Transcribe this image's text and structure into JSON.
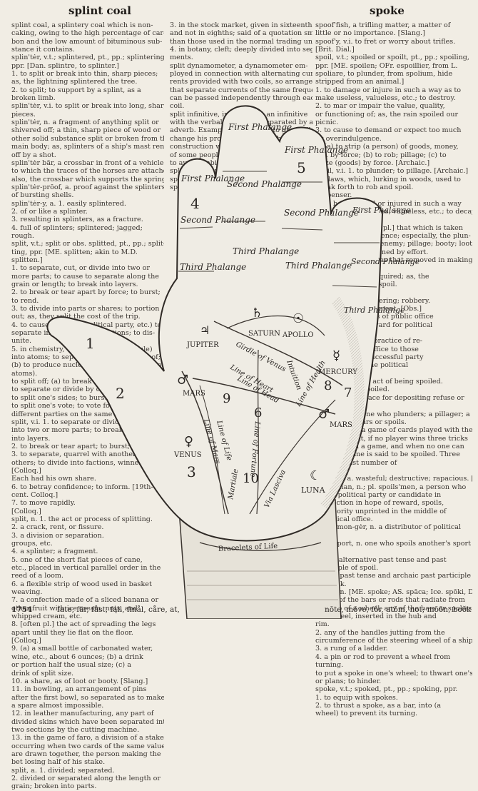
{
  "header": {
    "left_guide": "splint coal",
    "right_guide": "spoke"
  },
  "footer": {
    "page_number": "1754",
    "pron_key_left": "fate, fär, fåst, fąll, finål, cåre, at,",
    "pron_key_right": "nōte, mōve, fôr, atŏm, not; mōōn, boŏk"
  },
  "columns": {
    "left": [
      "splint coal, a splintery coal which is non-",
      "caking, owing to the high percentage of car-",
      "bon and the low amount of bituminous sub-",
      "stance it contains.",
      "splin'tėr, v.t.; splintered, pt., pp.; splintering,",
      "ppr. [Dan. splintre, to splinter.]",
      "1. to split or break into thin, sharp pieces;",
      "as, the lightning splintered the tree.",
      "2. to split; to support by a splint, as a",
      "broken limb.",
      "splin'tėr, v.i. to split or break into long, sharp",
      "pieces.",
      "splin'tėr, n. a fragment of anything split or",
      "shivered off; a thin, sharp piece of wood or",
      "other solid substance split or broken from the",
      "main body; as, splinters of a ship's mast rent",
      "off by a shot.",
      "splin'tėr bär, a crossbar in front of a vehicle",
      "to which the traces of the horses are attached;",
      "also, the crossbar which supports the springs.",
      "splin'tėr-prōof, a. proof against the splinters",
      "of bursting shells.",
      "splin'tėr-y, a. 1. easily splintered.",
      "2. of or like a splinter.",
      "3. resulting in splinters, as a fracture.",
      "4. full of splinters; splintered; jagged;",
      "rough.",
      "split, v.t.; split or obs. splitted, pt., pp.; split-",
      "ting, ppr. [ME. splitten; akin to M.D.",
      "splitten.]",
      "1. to separate, cut, or divide into two or",
      "more parts; to cause to separate along the",
      "grain or length; to break into layers.",
      "2. to break or tear apart by force; to burst;",
      "to rend.",
      "3. to divide into parts or shares; to portion",
      "out; as, they split the cost of the trip.",
      "4. to cause (a group, political party, etc.) to",
      "separate into divisions or factions; to dis-",
      "unite.",
      "5. in chemistry, (a) to break (a molecule)",
      "into atoms; to separate the components of;",
      "(b) to produce nuclear fission in (an atom or",
      "atoms).",
      "to split off; (a) to break off by splitting;",
      "to separate or divide by or as by splitting.",
      "to split one's sides; to burst with laughter.",
      "to split one's vote; to vote for candidates of",
      "different parties on the same ballot.",
      "split, v.i. 1. to separate or divide lengthwise",
      "into two or more parts; to break or separate",
      "into layers.",
      "2. to break or tear apart; to burst; to rend.",
      "3. to separate, quarrel with another or",
      "others; to divide into factions, winners split.",
      "[Colloq.]",
      "Each had his own share.",
      "6. to betray confidence; to inform. [19th-",
      "cent. Colloq.]",
      "7. to move rapidly.",
      "[Colloq.]",
      "split, n. 1. the act or process of splitting.",
      "2. a crack, rent, or fissure.",
      "3. a division or separation.",
      "groups, etc.",
      "4. a splinter; a fragment.",
      "5. one of the short flat pieces of cane,",
      "etc., placed in vertical parallel order in the",
      "reed of a loom.",
      "6. a flexible strip of wood used in basket",
      "weaving.",
      "7. a confection made of a sliced banana or",
      "other fruit with ice cream, nuts, and",
      "whipped cream, etc.",
      "8. [often pl.] the act of spreading the legs",
      "apart until they lie flat on the floor.",
      "[Colloq.]",
      "9. (a) a small bottle of carbonated water,",
      "wine, etc., about 6 ounces; (b) a drink",
      "or portion half the usual size; (c) a",
      "drink of split size.",
      "10. a share, as of loot or booty. [Slang.]",
      "11. in bowling, an arrangement of pins",
      "after the first bowl, so separated as to make",
      "a spare almost impossible.",
      "12. in leather manufacturing, any part of",
      "divided skins which have been separated into",
      "two sections by the cutting machine.",
      "13. in the game of faro, a division of a stake",
      "occurring when two cards of the same value",
      "are drawn together, the person making the",
      "bet losing half of his stake.",
      "split, a. 1. divided; separated.",
      "2. divided or separated along the length or",
      "grain; broken into parts."
    ],
    "middle": [
      "3. in the stock market, given in sixteenths,",
      "and not in eighths; said of a quotation smaller",
      "than those used in the normal trading unit.",
      "4. in botany, cleft; deeply divided into seg-",
      "ments.",
      "split dynamometer, a dynamometer em-",
      "ployed in connection with alternating cur-",
      "rents provided with two coils, so arranged",
      "that separate currents of the same frequency",
      "can be passed independently through each",
      "coil.",
      "split infinitive, in grammar, an infinitive",
      "with the verbal and the to separated by an",
      "adverb. Example: he decided to gradually",
      "change his procedure. Although the",
      "construction was condemned by some",
      "of some people it is sometimes needed",
      "to avoid ambiguity or awkwardness.",
      "split mast, a mast made of several pieces.",
      "split pea, a pea which has been dried and",
      "split, used for soup, pudding, etc."
    ],
    "right": [
      "spoof'fish, a trifling matter, a matter of",
      "little or no importance. [Slang.]",
      "spoof'y, v.i. to fret or worry about trifles.",
      "[Brit. Dial.]",
      "spoil, v.t.; spoiled or spoilt, pt., pp.; spoiling,",
      "ppr. [ME. spoilen; OFr. espoillier, from L.",
      "spoliare, to plunder, from spolium, hide",
      "stripped from an animal.]",
      "1. to damage or injure in such a way as to",
      "make useless, valueless, etc.; to destroy.",
      "2. to mar or impair the value, quality,",
      "or functioning of; as, the rain spoiled our",
      "picnic.",
      "3. to cause to demand or expect too much",
      "by overindulgence.",
      "4. (a) to strip (a person) of goods, money,",
      "etc. by force; (b) to rob; pillage; (c) to",
      "seize (goods) by force. [Archaic.]",
      "spoil, v.i. 1. to plunder; to pillage. [Archaic.]",
      "Outlaws, which, lurking in woods, used to",
      "break forth to rob and spoil.",
      "—Spenser.",
      "2. to be damaged or injured in such a way",
      "as to become useless, valueless, etc.; to decay,",
      "as fruit.",
      "spoil, n. 1. [usually pl.] that which is taken",
      "from others by violence; especially, the plun-",
      "der taken from an enemy; pillage; booty; loot.",
      "2. that which is gained by effort.",
      "3. waste material, as that removed in making",
      "excavations.",
      "4. that which is acquired; as, the",
      "spoil; arch art his spoil.",
      "—Bentley.",
      "5. the act of plundering; robbery.",
      "6. damage; impairment. [Obs.]",
      "7. the emoluments of public office",
      "regarded as a reward for political",
      "support.",
      "8. the system or practice of re-",
      "warding public office to those",
      "who support a successful party",
      "in an election; the political",
      "henchmen.",
      "spoil'age, n. the act of being spoiled.",
      "2. something spoiled.",
      "spoil bank, a place for depositing refuse or",
      "spoil.",
      "spoil'ėr, n. 1. one who plunders; a pillager; a robber.",
      "2. one who mars or spoils.",
      "spoil'-five, n. a game of cards played with the",
      "full pack; in it, if no player wins three tricks",
      "of the five in a game, and when no one can",
      "win, the game is said to be spoiled. Three",
      "are the least number of",
      "players.",
      "spoil'ful, a. wasteful; destructive; rapacious. [Obs.]",
      "spoils'man, n.; pl. spoils'men, a person who",
      "aids a political party or candidate in",
      "an election in hope of reward, spoils,",
      "in majority unprinted in the middle of",
      "a political office.",
      "spoils'mon-gėr, n. a distributor of political",
      "spoils.",
      "spoils'port, n. one who spoils another's sport",
      "or fun.",
      "spoilt, alternative past tense and past",
      "participle of spoil.",
      "spoke, past tense and archaic past participle",
      "of speak.",
      "spoke, n. [ME. spoke; AS. spāca; Ice. spōki, D. spaak.]",
      "1. one of the bars or rods that radiate from",
      "the hub of a wheel; any of the bars or spokes",
      "of a wheel, inserted in the hub and",
      "rim.",
      "2. any of the handles jutting from the",
      "circumference of the steering wheel of a ship.",
      "3. a rung of a ladder.",
      "4. a pin or rod to prevent a wheel from",
      "turning.",
      "to put a spoke in one's wheel; to thwart one's purpose",
      "or plans; to hinder.",
      "spoke, v.t.; spoked, pt., pp.; spoking, ppr.",
      "1. to equip with spokes.",
      "2. to thrust a spoke, as a bar, into (a",
      "wheel) to prevent its turning."
    ]
  },
  "palm_labels": {
    "finger_num_1": "1",
    "finger_num_2": "2",
    "finger_num_3": "3",
    "finger_num_4": "4",
    "finger_num_5": "5",
    "finger_num_6": "6",
    "finger_num_7": "7",
    "finger_num_8": "8",
    "finger_num_9": "9",
    "finger_num_10": "10",
    "first_phalange": "First Phalange",
    "second_phalange": "Second Phalange",
    "third_phalange": "Third Phalange",
    "jupiter": "JUPITER",
    "saturn": "SATURN",
    "apollo": "APOLLO",
    "mercury": "MERCURY",
    "mars": "MARS",
    "venus": "VENUS",
    "luna": "LUNA",
    "girdle_of_venus": "Girdle of Venus",
    "line_of_heart": "Line of Heart",
    "line_of_head": "Line of Head",
    "line_of_life": "Line of Life",
    "line_of_mars": "Line of Mars",
    "line_of_fortune": "Line of Fortune",
    "line_of_health": "Line of Health",
    "intuition": "Intuition",
    "via_lasciva": "Via Lasciva",
    "martiale": "Martiale",
    "bracelets_of_life": "Bracelets of Life"
  }
}
